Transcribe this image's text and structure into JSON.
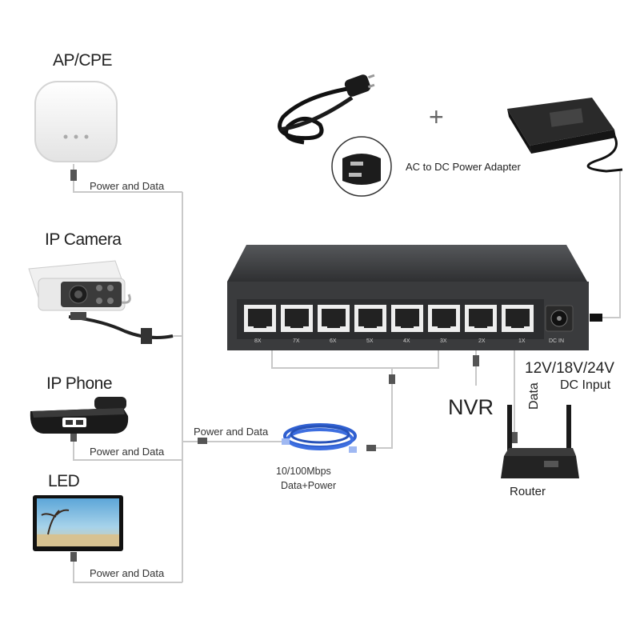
{
  "devices": {
    "ap": "AP/CPE",
    "camera": "IP Camera",
    "phone": "IP Phone",
    "led": "LED",
    "nvr": "NVR",
    "router": "Router"
  },
  "labels": {
    "power_data_1": "Power and Data",
    "power_data_2": "Power and Data",
    "power_data_3": "Power and Data",
    "power_data_4": "Power and Data",
    "adapter": "AC to DC Power Adapter",
    "plus": "+",
    "voltage": "12V/18V/24V",
    "dc_input": "DC Input",
    "data": "Data",
    "speed": "10/100Mbps",
    "data_power": "Data+Power"
  },
  "switch": {
    "ports": [
      "8X",
      "7X",
      "6X",
      "5X",
      "4X",
      "3X",
      "2X",
      "1X"
    ],
    "dc_in": "DC IN"
  },
  "colors": {
    "switch_body": "#3a3b3d",
    "cable_blue": "#2f5fd0",
    "wire_grey": "#c9c9c9"
  }
}
